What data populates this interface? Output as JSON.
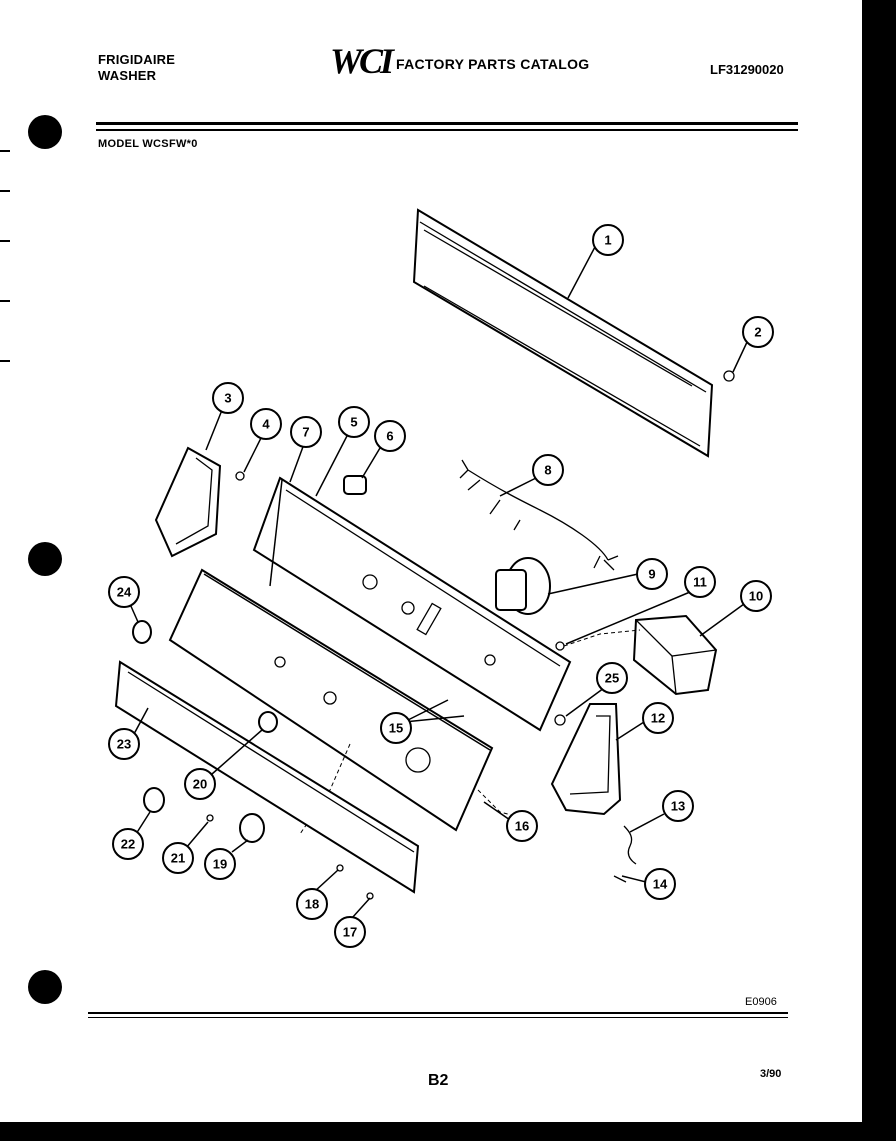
{
  "header": {
    "brand_line1": "FRIGIDAIRE",
    "brand_line2": "WASHER",
    "logo": "WCI",
    "catalog_title": "FACTORY PARTS CATALOG",
    "catalog_number": "LF31290020",
    "model": "MODEL WCSFW*0"
  },
  "footer": {
    "drawing_code": "E0906",
    "page_number": "B2",
    "date": "3/90"
  },
  "callouts": [
    "1",
    "2",
    "3",
    "4",
    "5",
    "6",
    "7",
    "8",
    "9",
    "10",
    "11",
    "12",
    "13",
    "14",
    "15",
    "16",
    "17",
    "18",
    "19",
    "20",
    "21",
    "22",
    "23",
    "24",
    "25"
  ]
}
